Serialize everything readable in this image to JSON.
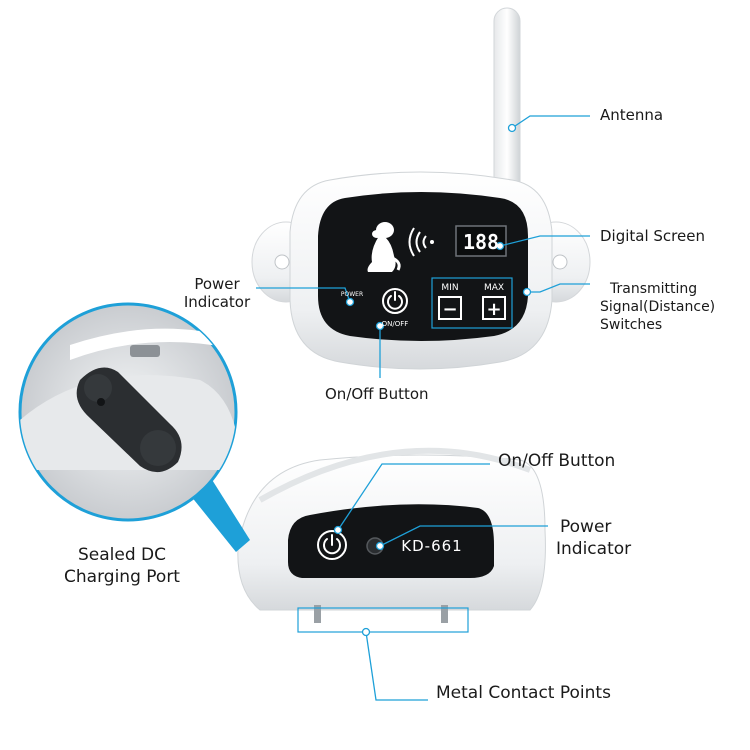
{
  "labels": {
    "antenna": "Antenna",
    "digital_screen": "Digital Screen",
    "power_indicator_top_1": "Power",
    "power_indicator_top_2": "Indicator",
    "transmitting_1": "Transmitting",
    "transmitting_2": "Signal(Distance)",
    "transmitting_3": "Switches",
    "onoff_top": "On/Off Button",
    "onoff_bottom": "On/Off Button",
    "power_indicator_bottom_1": "Power",
    "power_indicator_bottom_2": "Indicator",
    "sealed_1": "Sealed DC",
    "sealed_2": "Charging Port",
    "metal_contacts": "Metal Contact Points"
  },
  "device": {
    "display_value": "188",
    "min_label": "MIN",
    "max_label": "MAX",
    "minus_symbol": "−",
    "plus_symbol": "+",
    "power_label": "POWER",
    "onoff_label": "ON/OFF",
    "collar_model": "KD-661"
  },
  "colors": {
    "accent": "#1ea0d8",
    "device_white": "#f2f4f5",
    "panel_black": "#121416"
  }
}
